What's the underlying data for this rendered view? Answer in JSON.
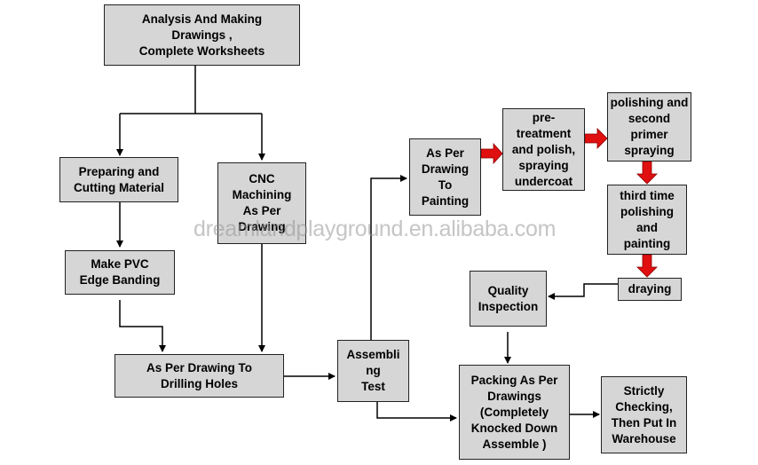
{
  "nodes": [
    {
      "id": "analysis",
      "label": "Analysis And Making\nDrawings ,\nComplete Worksheets"
    },
    {
      "id": "preparing",
      "label": "Preparing and\nCutting Material"
    },
    {
      "id": "cnc",
      "label": "CNC\nMachining\nAs Per\nDrawing"
    },
    {
      "id": "pvc",
      "label": "Make PVC\nEdge Banding"
    },
    {
      "id": "drilling",
      "label": "As Per Drawing To\nDrilling Holes"
    },
    {
      "id": "assembling",
      "label": "Assembli\nng\nTest"
    },
    {
      "id": "painting",
      "label": "As Per\nDrawing\nTo\nPainting"
    },
    {
      "id": "pretreatment",
      "label": "pre-\ntreatment\nand polish,\nspraying\nundercoat"
    },
    {
      "id": "polishing2",
      "label": "polishing and\nsecond\nprimer\nspraying"
    },
    {
      "id": "polishing3",
      "label": "third time\npolishing\nand\npainting"
    },
    {
      "id": "draying",
      "label": "draying"
    },
    {
      "id": "quality",
      "label": "Quality\nInspection"
    },
    {
      "id": "packing",
      "label": "Packing As Per\nDrawings\n(Completely\nKnocked Down\nAssemble )"
    },
    {
      "id": "checking",
      "label": "Strictly\nChecking,\nThen Put In\nWarehouse"
    }
  ],
  "watermark": "dreamlandplayground.en.alibaba.com",
  "colors": {
    "box_fill": "#d6d6d6",
    "border": "#222222",
    "arrow_black": "#000000",
    "arrow_red": "#e01010"
  }
}
